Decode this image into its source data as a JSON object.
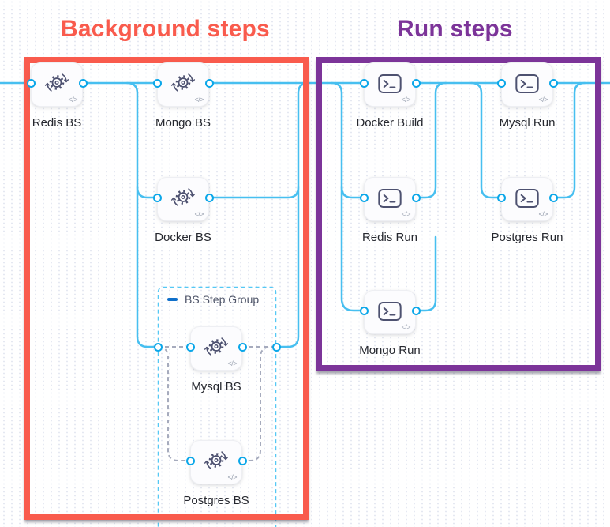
{
  "titles": {
    "background": "Background steps",
    "run": "Run steps"
  },
  "step_group": {
    "label": "BS Step Group",
    "collapse_icon": "minus-icon"
  },
  "steps": [
    {
      "id": "redis-bs",
      "label": "Redis BS",
      "icon": "background-step-icon"
    },
    {
      "id": "mongo-bs",
      "label": "Mongo BS",
      "icon": "background-step-icon"
    },
    {
      "id": "docker-bs",
      "label": "Docker BS",
      "icon": "background-step-icon"
    },
    {
      "id": "mysql-bs",
      "label": "Mysql BS",
      "icon": "background-step-icon"
    },
    {
      "id": "postgres-bs",
      "label": "Postgres BS",
      "icon": "background-step-icon"
    },
    {
      "id": "docker-build",
      "label": "Docker Build",
      "icon": "run-step-icon"
    },
    {
      "id": "mysql-run",
      "label": "Mysql Run",
      "icon": "run-step-icon"
    },
    {
      "id": "redis-run",
      "label": "Redis Run",
      "icon": "run-step-icon"
    },
    {
      "id": "postgres-run",
      "label": "Postgres Run",
      "icon": "run-step-icon"
    },
    {
      "id": "mongo-run",
      "label": "Mongo Run",
      "icon": "run-step-icon"
    }
  ],
  "code_badge": "</>",
  "colors": {
    "background_accent": "#F95B4D",
    "run_accent": "#7C3499",
    "connector_line": "#47BFF0",
    "port_ring": "#0BA7E9",
    "group_dash": "#55C8F5",
    "inner_dash": "#A6ABBD",
    "icon_stroke": "#4D5170",
    "step_label": "#26282F"
  }
}
